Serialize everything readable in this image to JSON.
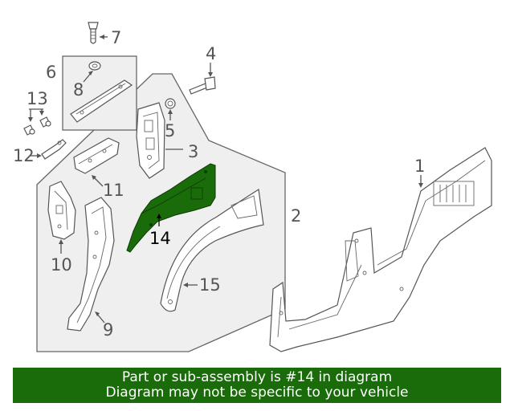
{
  "diagram": {
    "callouts": [
      "1",
      "2",
      "3",
      "4",
      "5",
      "6",
      "7",
      "8",
      "9",
      "10",
      "11",
      "12",
      "13",
      "14",
      "15"
    ],
    "highlighted_part": "14",
    "highlight_color": "#1a6b0a",
    "group_fill": "#efefef"
  },
  "banner": {
    "line1": "Part or sub-assembly is #14 in diagram",
    "line2": "Diagram may not be specific to your vehicle",
    "background": "#1a6b0a"
  }
}
